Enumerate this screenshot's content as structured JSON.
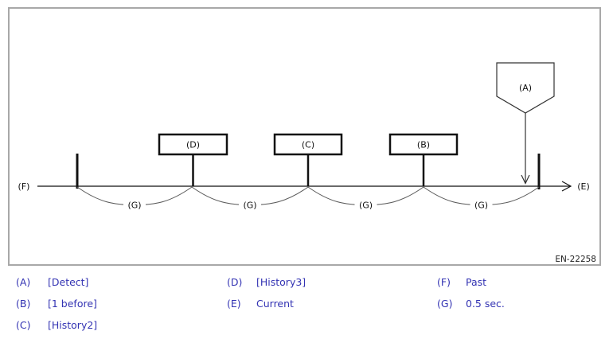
{
  "colors": {
    "legend_text": "#3333b3",
    "diagram_line": "#000000",
    "curve_line": "#5a5a5a",
    "frame_border": "#a8a8a8",
    "background": "#ffffff"
  },
  "diagram": {
    "figure_code": "EN-22258",
    "detect_marker_label": "(A)",
    "event_boxes": [
      {
        "label": "(D)"
      },
      {
        "label": "(C)"
      },
      {
        "label": "(B)"
      }
    ],
    "axis_start_label": "(F)",
    "axis_end_label": "(E)",
    "interval_label": "(G)"
  },
  "legend": {
    "entries": [
      {
        "key": "(A)",
        "label": "[Detect]"
      },
      {
        "key": "(B)",
        "label": "[1 before]"
      },
      {
        "key": "(C)",
        "label": "[History2]"
      },
      {
        "key": "(D)",
        "label": "[History3]"
      },
      {
        "key": "(E)",
        "label": "Current"
      },
      {
        "key": "(F)",
        "label": "Past"
      },
      {
        "key": "(G)",
        "label": "0.5 sec."
      }
    ]
  }
}
